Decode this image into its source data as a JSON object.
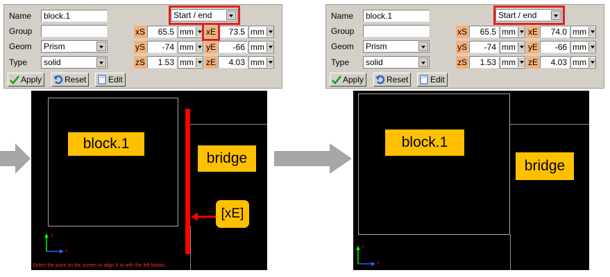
{
  "left": {
    "form": {
      "name_label": "Name",
      "name_value": "block.1",
      "group_label": "Group",
      "group_value": "",
      "geom_label": "Geom",
      "geom_value": "Prism",
      "type_label": "Type",
      "type_value": "solid",
      "mode_value": "Start / end",
      "rows": [
        {
          "s_label": "xS",
          "s_value": "65.5",
          "s_unit": "mm",
          "e_label": "xE",
          "e_value": "73.5",
          "e_unit": "mm"
        },
        {
          "s_label": "yS",
          "s_value": "-74",
          "s_unit": "mm",
          "e_label": "yE",
          "e_value": "-66",
          "e_unit": "mm"
        },
        {
          "s_label": "zS",
          "s_value": "1.53",
          "s_unit": "mm",
          "e_label": "zE",
          "e_value": "4.03",
          "e_unit": "mm"
        }
      ],
      "apply_label": "Apply",
      "reset_label": "Reset",
      "edit_label": "Edit"
    },
    "view": {
      "block_label": "block.1",
      "bridge_label": "bridge",
      "callout_label": "[xE]",
      "axis_x": "x",
      "axis_y": "y",
      "status_text": "Select the point on the screen to align X to with the left button."
    }
  },
  "right": {
    "form": {
      "name_label": "Name",
      "name_value": "block.1",
      "group_label": "Group",
      "group_value": "",
      "geom_label": "Geom",
      "geom_value": "Prism",
      "type_label": "Type",
      "type_value": "solid",
      "mode_value": "Start / end",
      "rows": [
        {
          "s_label": "xS",
          "s_value": "65.5",
          "s_unit": "mm",
          "e_label": "xE",
          "e_value": "74.0",
          "e_unit": "mm"
        },
        {
          "s_label": "yS",
          "s_value": "-74",
          "s_unit": "mm",
          "e_label": "yE",
          "e_value": "-66",
          "e_unit": "mm"
        },
        {
          "s_label": "zS",
          "s_value": "1.53",
          "s_unit": "mm",
          "e_label": "zE",
          "e_value": "4.03",
          "e_unit": "mm"
        }
      ],
      "apply_label": "Apply",
      "reset_label": "Reset",
      "edit_label": "Edit"
    },
    "view": {
      "block_label": "block.1",
      "bridge_label": "bridge",
      "axis_x": "x",
      "axis_y": "y"
    }
  },
  "colors": {
    "highlight": "#e02020",
    "tag_fill": "#ffc000",
    "coord_label_fill": "#f5b179",
    "flow_arrow": "#a6a6a6",
    "marker": "#ff0000"
  },
  "icons": [
    "apply-check-icon",
    "reset-icon",
    "edit-icon",
    "flow-arrow-icon",
    "pointer-arrow-icon"
  ]
}
